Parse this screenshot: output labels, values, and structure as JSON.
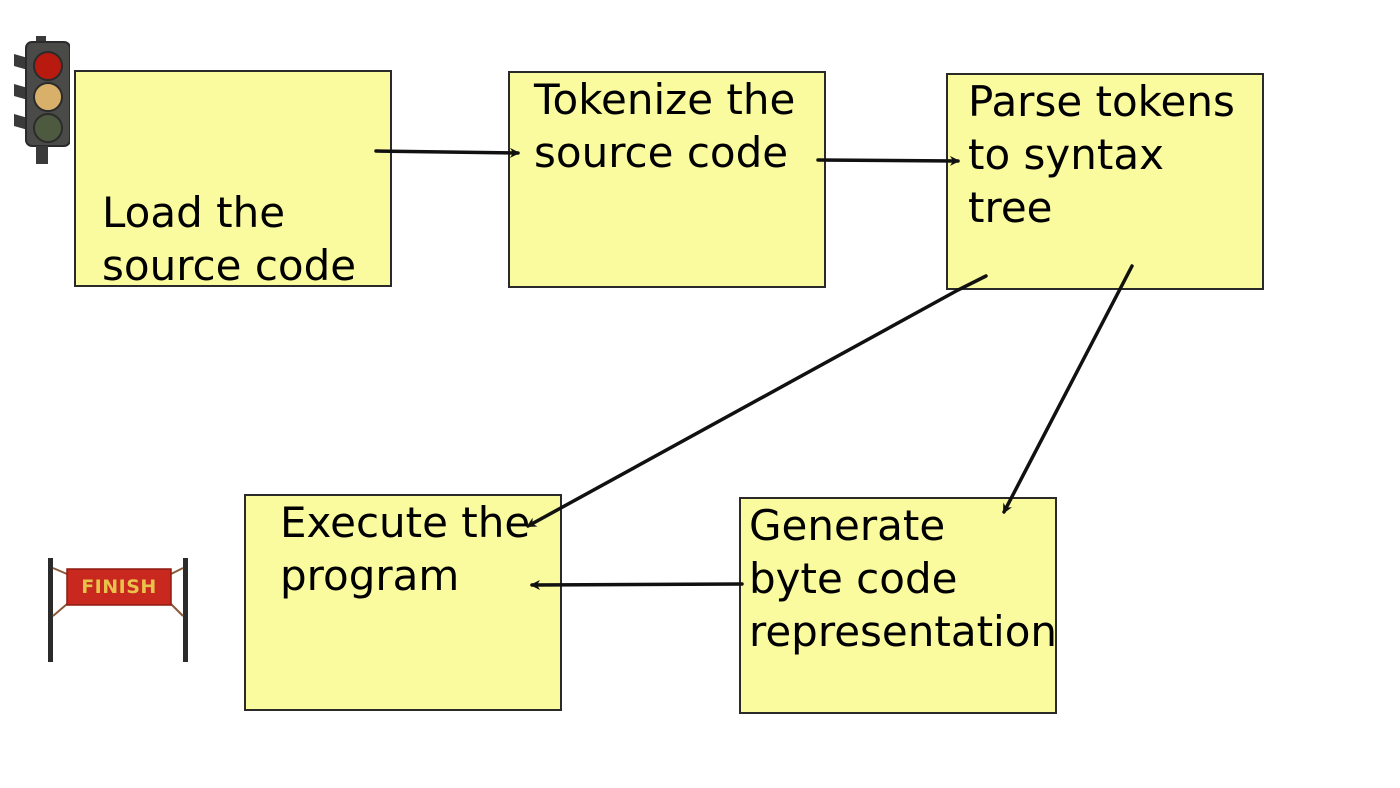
{
  "diagram": {
    "nodes": {
      "load": {
        "lines": [
          "Load the",
          "source code"
        ]
      },
      "tokenize": {
        "lines": [
          "Tokenize the",
          "source code"
        ]
      },
      "parse": {
        "lines": [
          "Parse tokens",
          "to syntax",
          "tree"
        ]
      },
      "execute": {
        "lines": [
          "Execute the",
          "program"
        ]
      },
      "generate": {
        "lines": [
          "Generate",
          "byte code",
          "representation"
        ]
      }
    },
    "edges": [
      {
        "from": "load",
        "to": "tokenize"
      },
      {
        "from": "tokenize",
        "to": "parse"
      },
      {
        "from": "parse",
        "to": "execute"
      },
      {
        "from": "parse",
        "to": "generate"
      },
      {
        "from": "generate",
        "to": "execute"
      }
    ]
  },
  "icons": {
    "start": {
      "name": "traffic-light-icon"
    },
    "finish": {
      "name": "finish-banner-icon",
      "label": "FINISH"
    }
  },
  "colors": {
    "box_fill": "#fafa9e",
    "box_border": "#2a2a2a",
    "arrow": "#111111",
    "banner": "#c8281e",
    "banner_text": "#e8c24a"
  }
}
